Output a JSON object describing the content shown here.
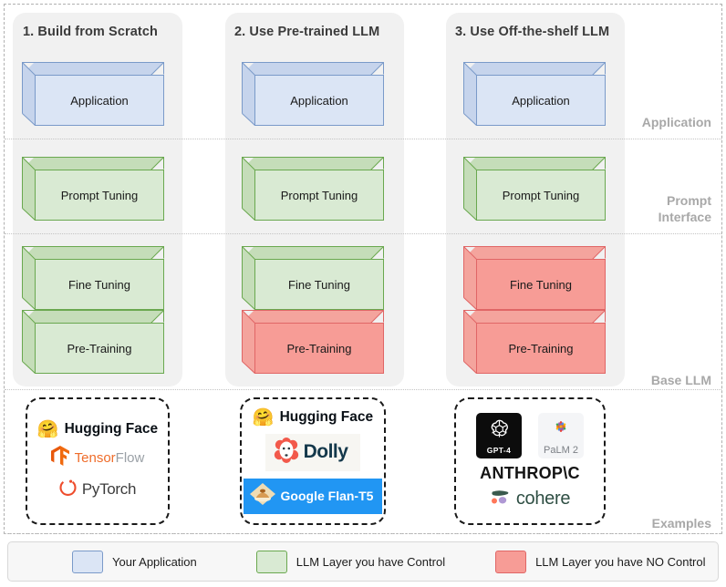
{
  "columns": [
    {
      "title": "1. Build from Scratch"
    },
    {
      "title": "2. Use Pre-trained LLM"
    },
    {
      "title": "3. Use Off-the-shelf LLM"
    }
  ],
  "band_labels": {
    "application": "Application",
    "prompt_interface": "Prompt\nInterface",
    "base_llm": "Base LLM",
    "examples": "Examples"
  },
  "boxes": {
    "application": "Application",
    "prompt_tuning": "Prompt Tuning",
    "fine_tuning": "Fine Tuning",
    "pre_training": "Pre-Training"
  },
  "examples": {
    "col1": {
      "hugging_face": "Hugging Face",
      "tensorflow_a": "Tensor",
      "tensorflow_b": "Flow",
      "pytorch": "PyTorch"
    },
    "col2": {
      "hugging_face": "Hugging Face",
      "dolly": "Dolly",
      "google_flan": "Google Flan-T5"
    },
    "col3": {
      "gpt4": "GPT-4",
      "palm2": "PaLM 2",
      "anthropic": "ANTHROP\\C",
      "cohere": "cohere"
    }
  },
  "legend": [
    {
      "label": "Your Application",
      "color": "#dbe5f5"
    },
    {
      "label": "LLM Layer you have Control",
      "color": "#d9ead3"
    },
    {
      "label": "LLM Layer you have NO Control",
      "color": "#f79c96"
    }
  ]
}
